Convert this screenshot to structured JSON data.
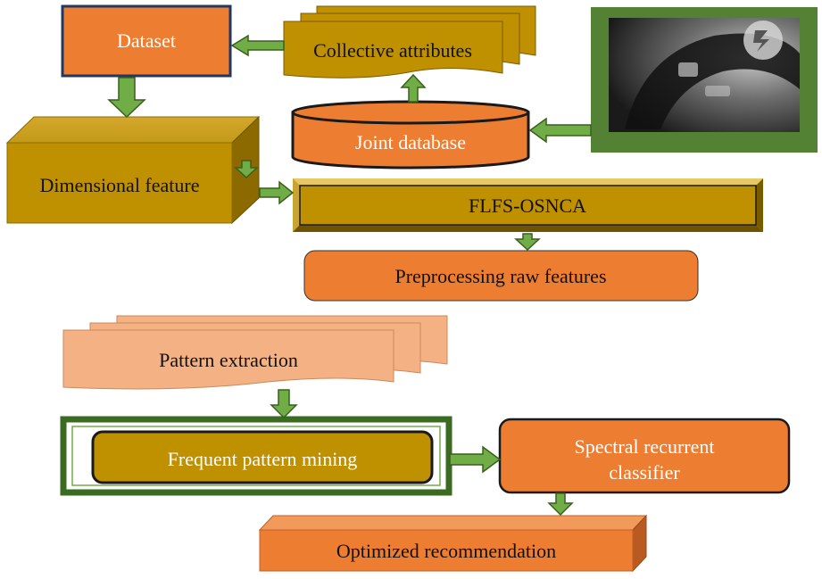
{
  "colors": {
    "orange": "#ED7D31",
    "gold": "#BF9000",
    "gold_dark": "#8C6A00",
    "peach": "#F4B183",
    "arrow_green": "#70AD47",
    "arrow_outline": "#3A5F1E",
    "photo_frame": "#548235"
  },
  "nodes": {
    "dataset": "Dataset",
    "collective_attributes": "Collective attributes",
    "joint_database": "Joint database",
    "dimensional_feature": "Dimensional feature",
    "flfs_osnca": "FLFS-OSNCA",
    "preprocessing": "Preprocessing raw features",
    "pattern_extraction": "Pattern extraction",
    "frequent_pattern_mining": "Frequent pattern mining",
    "spectral_line1": "Spectral recurrent",
    "spectral_line2": "classifier",
    "optimized_recommendation": "Optimized recommendation"
  },
  "image": {
    "icon": "steering-wheel-photo"
  }
}
